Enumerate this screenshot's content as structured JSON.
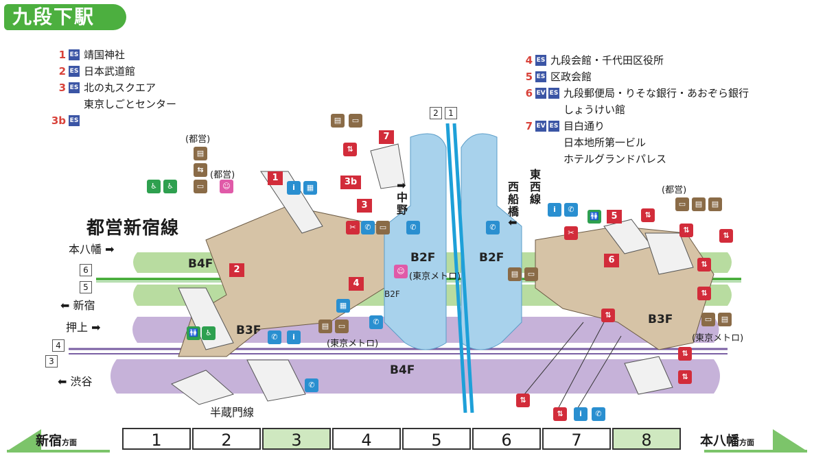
{
  "station": {
    "name": "九段下駅"
  },
  "exits_left": [
    {
      "num": "1",
      "badges": [
        "ES"
      ],
      "text": "靖国神社"
    },
    {
      "num": "2",
      "badges": [
        "ES"
      ],
      "text": "日本武道館"
    },
    {
      "num": "3",
      "badges": [
        "ES"
      ],
      "text": "北の丸スクエア"
    },
    {
      "num": "",
      "badges": [],
      "text": "東京しごとセンター"
    },
    {
      "num": "3b",
      "badges": [
        "ES"
      ],
      "text": ""
    }
  ],
  "exits_right": [
    {
      "num": "4",
      "badges": [
        "ES"
      ],
      "text": "九段会館・千代田区役所"
    },
    {
      "num": "5",
      "badges": [
        "ES"
      ],
      "text": "区政会館"
    },
    {
      "num": "6",
      "badges": [
        "EV",
        "ES"
      ],
      "text": "九段郵便局・りそな銀行・あおぞら銀行"
    },
    {
      "num": "",
      "badges": [],
      "text": "しょうけい館"
    },
    {
      "num": "7",
      "badges": [
        "EV",
        "ES"
      ],
      "text": "目白通り"
    },
    {
      "num": "",
      "badges": [],
      "text": "日本地所第一ビル"
    },
    {
      "num": "",
      "badges": [],
      "text": "ホテルグランドパレス"
    }
  ],
  "lines": {
    "shinjuku_line": "都営新宿線",
    "hanzomon_line": "半蔵門線",
    "tozai_line": "東西線",
    "motoyawata": "本八幡 ➡",
    "shinjuku": "⬅ 新宿",
    "oshiage": "押上 ➡",
    "shibuya": "⬅ 渋谷",
    "nakano": "⬆中野",
    "nishifunabashi": "西船橋⬇"
  },
  "track_numbers": [
    "6",
    "5",
    "4",
    "3",
    "2",
    "1"
  ],
  "floors": {
    "b4f_left": "B4F",
    "b3f_left": "B3F",
    "b2f_center_left": "B2F",
    "b2f_center_right": "B2F",
    "b2f_small": "B2F",
    "b4f_bottom": "B4F",
    "b3f_right": "B3F"
  },
  "notes": {
    "toei_1": "(都営)",
    "toei_2": "(都営)",
    "toei_3": "(都営)",
    "metro_1": "(東京メトロ)",
    "metro_2": "(東京メトロ)",
    "metro_3": "(東京メトロ)"
  },
  "exit_tags": [
    "1",
    "2",
    "3",
    "3b",
    "4",
    "5",
    "6",
    "7"
  ],
  "car_positions": {
    "left_direction": "新宿",
    "left_direction_suffix": "方面",
    "right_direction": "本八幡",
    "right_direction_suffix": "方面",
    "cars": [
      "1",
      "2",
      "3",
      "4",
      "5",
      "6",
      "7",
      "8"
    ],
    "highlighted": [
      "3",
      "8"
    ]
  },
  "colors": {
    "title_green": "#4caf3f",
    "shinjuku_line_green": "#b8dca0",
    "hanzomon_purple": "#c6b2d9",
    "tozai_blue": "#a8d2ec",
    "concourse_tan": "#d6c3a6",
    "exit_red": "#d22c3a"
  }
}
